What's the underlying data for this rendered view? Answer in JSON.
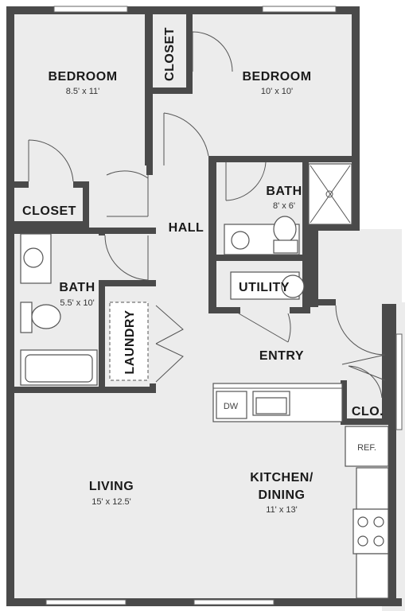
{
  "rooms": {
    "bedroom1": {
      "name": "BEDROOM",
      "dims": "8.5' x 11'"
    },
    "bedroom2": {
      "name": "BEDROOM",
      "dims": "10' x 10'"
    },
    "closet_vertical": {
      "name": "CLOSET"
    },
    "closet_bed1": {
      "name": "CLOSET"
    },
    "hall": {
      "name": "HALL"
    },
    "bath1": {
      "name": "BATH",
      "dims": "8' x 6'"
    },
    "bath2": {
      "name": "BATH",
      "dims": "5.5' x 10'"
    },
    "utility": {
      "name": "UTILITY"
    },
    "laundry": {
      "name": "LAUNDRY"
    },
    "entry": {
      "name": "ENTRY"
    },
    "clo": {
      "name": "CLO."
    },
    "living": {
      "name": "LIVING",
      "dims": "15' x 12.5'"
    },
    "kitchen": {
      "name_line1": "KITCHEN/",
      "name_line2": "DINING",
      "dims": "11' x 13'"
    }
  },
  "fixtures": {
    "dishwasher": "DW",
    "refrigerator": "REF."
  },
  "colors": {
    "floor": "#ececec",
    "wall": "#4a4a4a",
    "fixture": "#ffffff"
  }
}
